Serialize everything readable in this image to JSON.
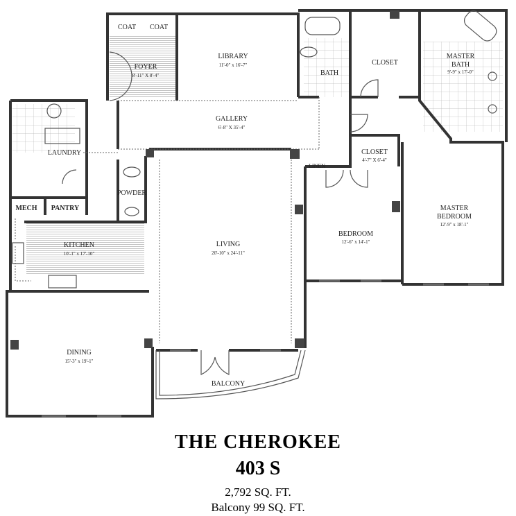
{
  "rooms": {
    "coat1": {
      "name": "COAT"
    },
    "coat2": {
      "name": "COAT"
    },
    "foyer": {
      "name": "FOYER",
      "size": "8'-11\" X 8'-4\""
    },
    "library": {
      "name": "LIBRARY",
      "size": "11'-0\" x 16'-7\""
    },
    "bath": {
      "name": "BATH"
    },
    "closet_master": {
      "name": "CLOSET"
    },
    "master_bath": {
      "name": "MASTER",
      "name2": "BATH",
      "size": "9'-9\" x 17'-0\""
    },
    "gallery": {
      "name": "GALLERY",
      "size": "6'-8\" X 35'-4\""
    },
    "laundry": {
      "name": "LAUNDRY"
    },
    "powder": {
      "name": "POWDER"
    },
    "linen": {
      "name": "LINEN"
    },
    "closet_bed": {
      "name": "CLOSET",
      "size": "4'-7\" X 6'-4\""
    },
    "mech": {
      "name": "MECH"
    },
    "pantry": {
      "name": "PANTRY"
    },
    "kitchen": {
      "name": "KITCHEN",
      "size": "10'-1\" x 17'-10\""
    },
    "living": {
      "name": "LIVING",
      "size": "20'-10\" x 24'-11\""
    },
    "bedroom": {
      "name": "BEDROOM",
      "size": "12'-6\" x 14'-1\""
    },
    "master_bedroom": {
      "name": "MASTER",
      "name2": "BEDROOM",
      "size": "12'-9\" x 18'-1\""
    },
    "dining": {
      "name": "DINING",
      "size": "15'-3\" x 19'-1\""
    },
    "balcony": {
      "name": "BALCONY"
    }
  },
  "caption": {
    "title": "THE CHEROKEE",
    "unit": "403 S",
    "area": "2,792 SQ. FT.",
    "balcony_area": "Balcony 99 SQ. FT."
  }
}
